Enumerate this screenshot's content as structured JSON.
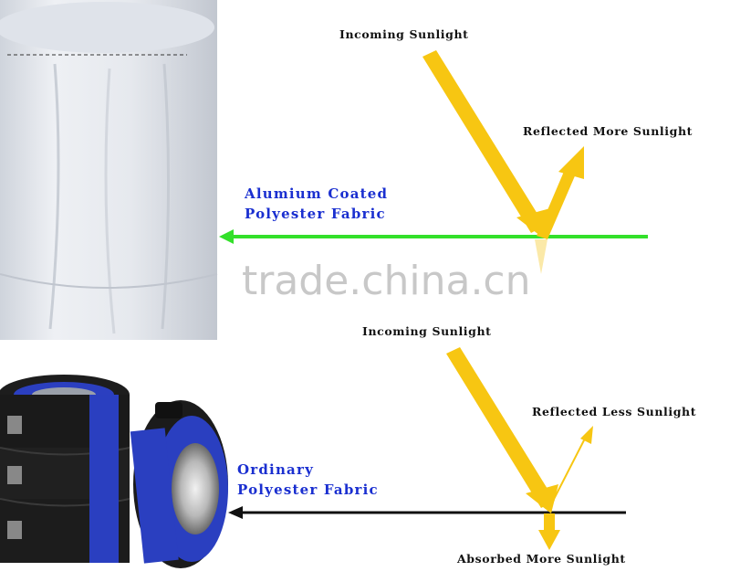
{
  "top": {
    "incoming": "Incoming Sunlight",
    "reflected": "Reflected More Sunlight",
    "fabric_line1": "Alumium Coated",
    "fabric_line2": "Polyester Fabric"
  },
  "bottom": {
    "incoming": "Incoming Sunlight",
    "reflected": "Reflected Less Sunlight",
    "absorbed": "Absorbed More Sunlight",
    "fabric_line1": "Ordinary",
    "fabric_line2": "Polyester Fabric"
  },
  "watermark": "trade.china.cn",
  "colors": {
    "arrow_yellow": "#f7c612",
    "top_surface_green": "#33e02a",
    "bottom_surface_black": "#111111",
    "label_blue": "#1a2fd0",
    "cover_blue": "#2a3fc0"
  }
}
